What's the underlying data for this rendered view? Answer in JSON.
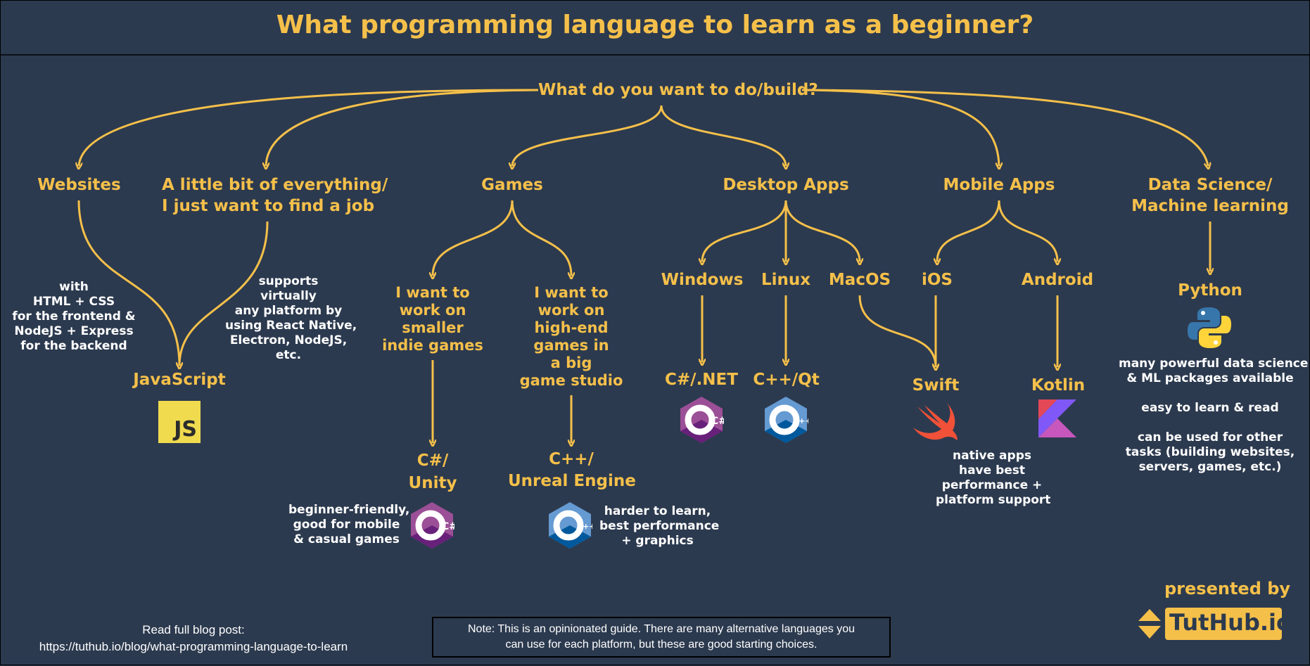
{
  "title": "What programming language to learn as a beginner?",
  "root_question": "What do you want to do/build?",
  "categories": {
    "websites": "Websites",
    "everything_1": "A little bit of everything/",
    "everything_2": "I just want to find a job",
    "games": "Games",
    "desktop": "Desktop Apps",
    "mobile": "Mobile Apps",
    "datasci_1": "Data Science/",
    "datasci_2": "Machine learning"
  },
  "web": {
    "note_lines": [
      "with",
      "HTML + CSS",
      "for the frontend &",
      "NodeJS + Express",
      "for the backend"
    ],
    "everything_note_lines": [
      "supports",
      "virtually",
      "any platform by",
      "using React Native,",
      "Electron, NodeJS,",
      "etc."
    ],
    "language": "JavaScript",
    "logo_text": "JS"
  },
  "games": {
    "indie_lines": [
      "I want to",
      "work on",
      "smaller",
      "indie games"
    ],
    "studio_lines": [
      "I want to",
      "work on",
      "high-end",
      "games in",
      "a big",
      "game studio"
    ],
    "unity_1": "C#/",
    "unity_2": "Unity",
    "unreal_1": "C++/",
    "unreal_2": "Unreal Engine",
    "unity_note_lines": [
      "beginner-friendly,",
      "good for mobile",
      "& casual games"
    ],
    "unreal_note_lines": [
      "harder to learn,",
      "best performance",
      "+ graphics"
    ]
  },
  "desktop": {
    "windows": "Windows",
    "linux": "Linux",
    "macos": "MacOS",
    "windows_lang": "C#/.NET",
    "linux_lang": "C++/Qt"
  },
  "mobile": {
    "ios": "iOS",
    "android": "Android",
    "ios_lang": "Swift",
    "android_lang": "Kotlin",
    "note_lines": [
      "native apps",
      "have best",
      "performance +",
      "platform support"
    ]
  },
  "datasci": {
    "language": "Python",
    "note_lines": [
      "many powerful data science",
      "& ML packages available",
      "",
      "easy to learn & read",
      "",
      "can be used for other",
      "tasks (building websites,",
      "servers, games, etc.)"
    ]
  },
  "footer": {
    "blog_line_1": "Read full blog post:",
    "blog_line_2": "https://tuthub.io/blog/what-programming-language-to-learn",
    "note_line_1": "Note: This is an opinionated guide. There are many alternative languages you",
    "note_line_2": "can use for each platform, but these are good starting choices.",
    "presented_by": "presented by",
    "brand": "TutHub.io"
  },
  "icons": {
    "csharp_mark": "C#",
    "cpp_mark": "C++"
  },
  "colors": {
    "background": "#2c3a4f",
    "accent": "#f5c04a",
    "text": "#ffffff",
    "csharp": "#68217a",
    "cpp": "#00599c",
    "swift": "#f05138",
    "js": "#f0db4f"
  }
}
